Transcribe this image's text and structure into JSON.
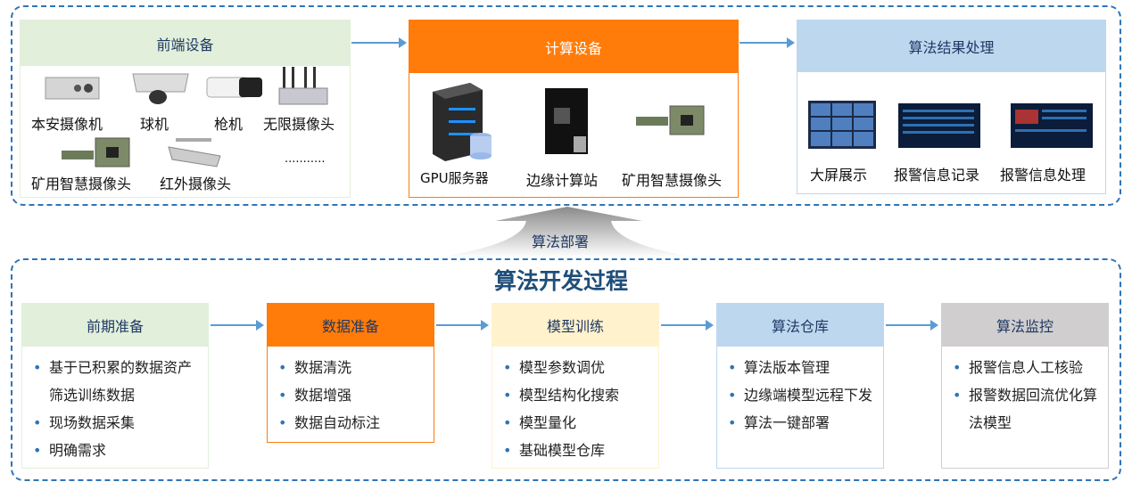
{
  "top": {
    "front_end": {
      "title": "前端设备",
      "devices": [
        "本安摄像机",
        "球机",
        "枪机",
        "无限摄像头",
        "矿用智慧摄像头",
        "红外摄像头"
      ],
      "more": "..........."
    },
    "compute": {
      "title": "计算设备",
      "devices": [
        "GPU服务器",
        "边缘计算站",
        "矿用智慧摄像头"
      ]
    },
    "results": {
      "title": "算法结果处理",
      "items": [
        "大屏展示",
        "报警信息记录",
        "报警信息处理"
      ]
    }
  },
  "deploy_label": "算法部署",
  "process": {
    "title": "算法开发过程",
    "stages": [
      {
        "title": "前期准备",
        "items": [
          "基于已积累的数据资产筛选训练数据",
          "现场数据采集",
          "明确需求"
        ]
      },
      {
        "title": "数据准备",
        "items": [
          "数据清洗",
          "数据增强",
          "数据自动标注"
        ]
      },
      {
        "title": "模型训练",
        "items": [
          "模型参数调优",
          "模型结构化搜索",
          "模型量化",
          "基础模型仓库"
        ]
      },
      {
        "title": "算法仓库",
        "items": [
          "算法版本管理",
          "边缘端模型远程下发",
          "算法一键部署"
        ]
      },
      {
        "title": "算法监控",
        "items": [
          "报警信息人工核验",
          "报警数据回流优化算法模型"
        ]
      }
    ]
  },
  "colors": {
    "green": "#e2efda",
    "orange": "#ff7c0a",
    "blue": "#bdd7ee",
    "yellow": "#fff2cc",
    "gray": "#d0cece",
    "dash": "#2e75b6"
  }
}
